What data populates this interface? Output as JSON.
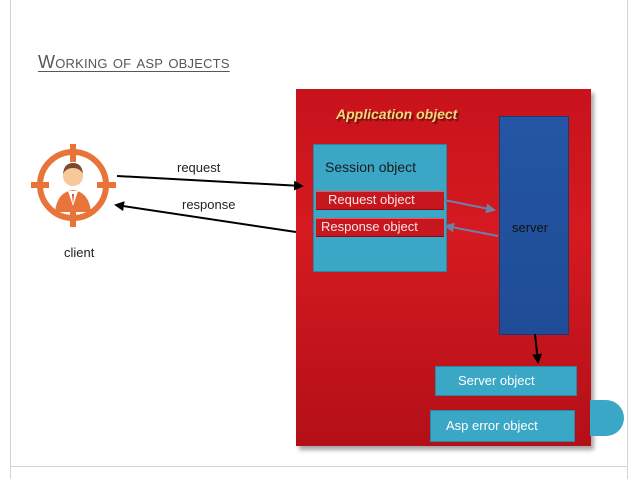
{
  "slide": {
    "title": "Working of asp objects"
  },
  "diagram": {
    "application_label": "Application object",
    "session_label": "Session object",
    "request_obj_label": "Request object",
    "response_obj_label": "Response object",
    "server_label": "server",
    "server_obj_label": "Server object",
    "asp_error_label": "Asp error object",
    "request_arrow_label": "request",
    "response_arrow_label": "response",
    "client_label": "client"
  },
  "colors": {
    "application_red": "#c8121c",
    "object_teal": "#3aa7c6",
    "server_blue": "#2456a4",
    "client_orange": "#e8743a",
    "title_text": "#5a5650"
  },
  "icons": {
    "client": "person-target-icon"
  }
}
